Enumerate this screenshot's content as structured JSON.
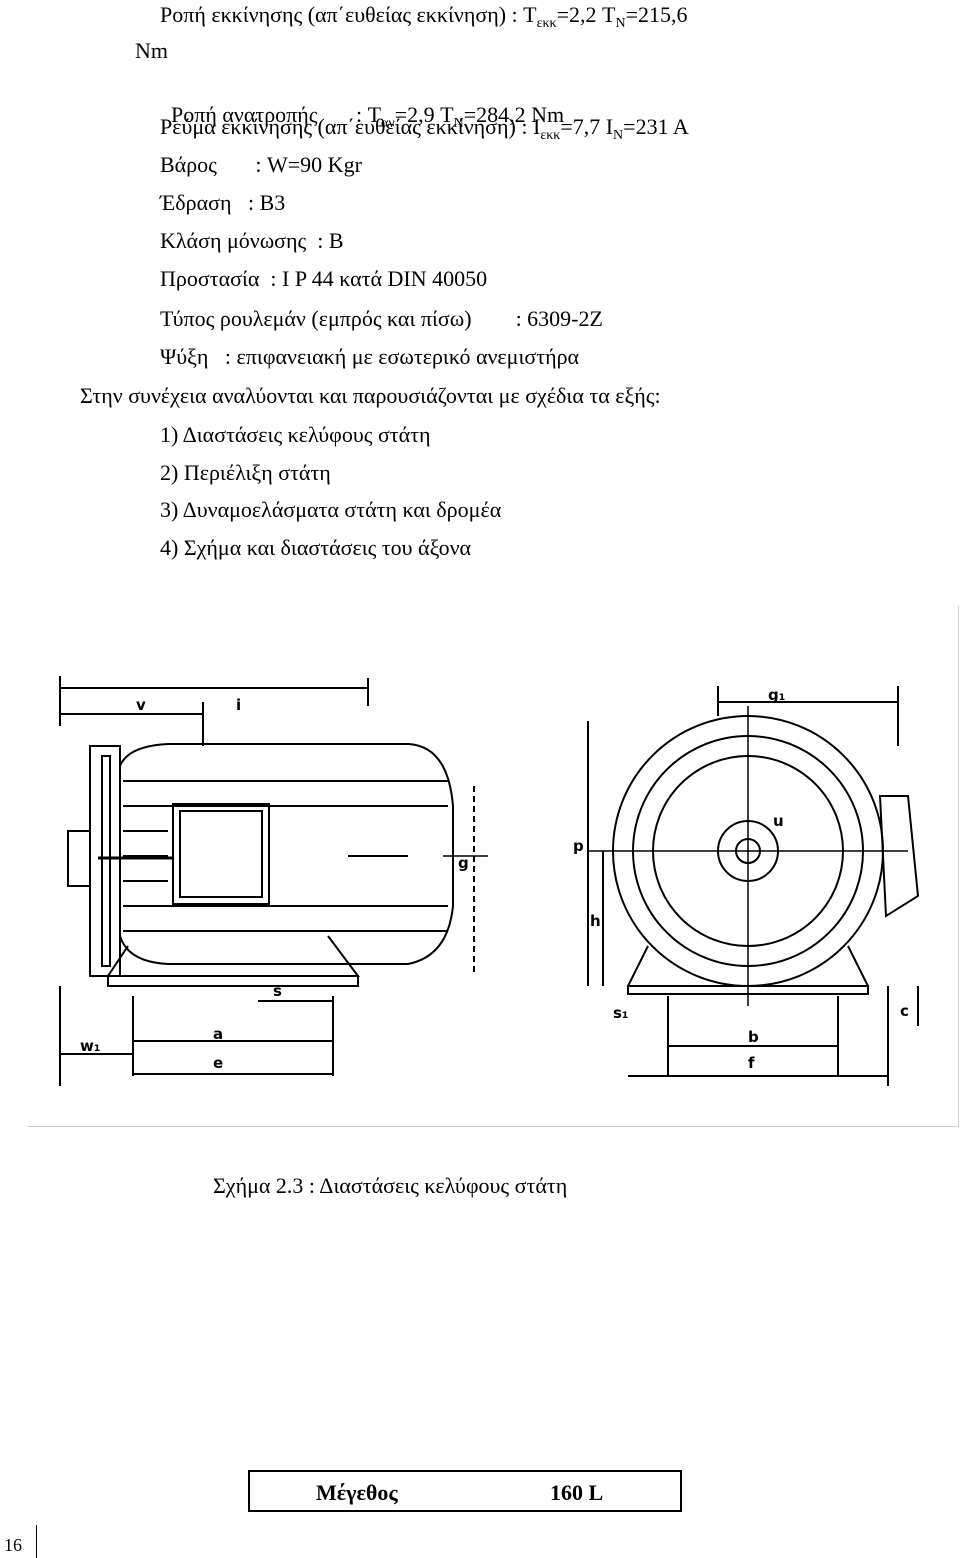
{
  "specs": {
    "starting_torque": {
      "label": "Ροπή εκκίνησης (απ΄ευθείας εκκίνηση) : T",
      "sub1": "εκκ",
      "mid": "=2,2 T",
      "sub2": "N",
      "value": "=215,6",
      "wrap": "Nm"
    },
    "breakdown_torque": {
      "label": "Ροπή ανατροπής       : T",
      "sub1": "αν",
      "mid": "=2,9 T",
      "sub2": "N",
      "value": "=284,2 Nm"
    },
    "starting_current": {
      "label": "Ρεύμα εκκίνησης (απ΄ευθείας εκκίνηση) : I",
      "sub1": "εκκ",
      "mid": "=7,7 I",
      "sub2": "N",
      "value": "=231 A"
    },
    "weight": "Βάρος       : W=90 Kgr",
    "mounting": "Έδραση   : B3",
    "insulation_class": "Κλάση μόνωσης  : B",
    "protection": "Προστασία  : I P 44 κατά DIN 40050",
    "bearings": "Τύπος ρουλεμάν (εμπρός και πίσω)        : 6309-2Z",
    "cooling": "Ψύξη   : επιφανειακή με εσωτερικό ανεμιστήρα"
  },
  "intro": "Στην συνέχεια αναλύονται και παρουσιάζονται με σχέδια τα εξής:",
  "list": [
    "1) Διαστάσεις κελύφους στάτη",
    "2) Περιέλιξη στάτη",
    "3) Δυναμοελάσματα στάτη και δρομέα",
    "4) Σχήμα και διαστάσεις του άξονα"
  ],
  "drawing_labels": {
    "v": "v",
    "i": "i",
    "a": "a",
    "e": "e",
    "s": "s",
    "w1": "w₁",
    "g1": "g₁",
    "p": "p",
    "h": "h",
    "b": "b",
    "f": "f",
    "s1": "s₁",
    "c": "c",
    "g": "g",
    "u": "u"
  },
  "caption": "Σχήμα 2.3 : Διαστάσεις κελύφους στάτη",
  "size_box": {
    "label": "Μέγεθος",
    "value": "160 L"
  },
  "page_number": "16"
}
